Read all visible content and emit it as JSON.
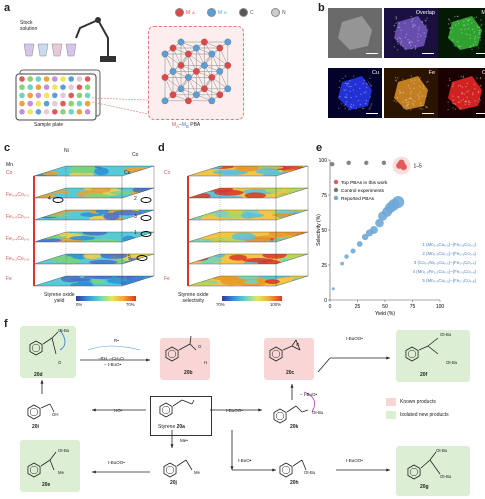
{
  "panels": {
    "a": "a",
    "b": "b",
    "c": "c",
    "d": "d",
    "e": "e",
    "f": "f"
  },
  "panel_a": {
    "stock": "Stock\nsolution",
    "plate": "Sample plate",
    "legend": [
      {
        "label": "M",
        "sub": "A",
        "color": "#e04848"
      },
      {
        "label": "M",
        "sub": "B",
        "color": "#5aa0d8"
      },
      {
        "label": "C",
        "sub": "",
        "color": "#555555"
      },
      {
        "label": "N",
        "sub": "",
        "color": "#cccccc"
      }
    ],
    "pba_label": "Mₐ–Mᵦ PBA",
    "pba_a": "M",
    "pba_a_sub": "A",
    "pba_dash": "–",
    "pba_b": "M",
    "pba_b_sub": "B",
    "pba_suffix": " PBA"
  },
  "panel_b": {
    "tiles": [
      {
        "label": "",
        "bg": "#6a6a6a"
      },
      {
        "label": "Overlap",
        "bg": "#1a1040"
      },
      {
        "label": "Mn",
        "bg": "#041a04"
      },
      {
        "label": "Cu",
        "bg": "#02022a"
      },
      {
        "label": "Fe",
        "bg": "#2a1400"
      },
      {
        "label": "Co",
        "bg": "#1a0202"
      }
    ]
  },
  "panel_c": {
    "corner_labels": {
      "mn": "Mn",
      "ni": "Ni",
      "co_top": "Co",
      "cu": "Cu",
      "co_left": "Co",
      "fe": "Fe"
    },
    "left_labels": [
      "Fe₀.₈Co₀.₂",
      "Fe₀.₆Co₀.₄",
      "Fe₀.₄Co₀.₆",
      "Fe₀.₂Co₀.₈"
    ],
    "marks": [
      "4",
      "2",
      "3",
      "1",
      "5"
    ],
    "colorbar_title": "Styrene oxide\nyield",
    "cb_min": "0%",
    "cb_max": "70%"
  },
  "panel_d": {
    "colorbar_title": "Styrene oxide\nselectivity",
    "cb_min": "70%",
    "cb_max": "100%",
    "left_labels": [
      "Co",
      "Fe"
    ]
  },
  "chart_data": {
    "type": "scatter",
    "xlabel": "Yield (%)",
    "ylabel": "Selectivity (%)",
    "xlim": [
      0,
      100
    ],
    "ylim": [
      0,
      100
    ],
    "xticks": [
      "0",
      "25",
      "50",
      "75",
      "100"
    ],
    "yticks": [
      "0",
      "25",
      "50",
      "75",
      "100"
    ],
    "annotation": "1–5",
    "series": [
      {
        "name": "Top PBAs in this work",
        "color": "#e05a5a",
        "points": [
          [
            64,
            97
          ],
          [
            66,
            96
          ],
          [
            67,
            95
          ],
          [
            63,
            96
          ],
          [
            65,
            98
          ]
        ]
      },
      {
        "name": "Control experiments",
        "color": "#777777",
        "points": [
          [
            2,
            97
          ],
          [
            17,
            98
          ],
          [
            33,
            98
          ],
          [
            49,
            98
          ]
        ]
      },
      {
        "name": "Reported PBAs",
        "color": "#6fa8d6",
        "points": [
          [
            3,
            8
          ],
          [
            11,
            26
          ],
          [
            15,
            31
          ],
          [
            21,
            35
          ],
          [
            27,
            40
          ],
          [
            32,
            45
          ],
          [
            36,
            48
          ],
          [
            40,
            50
          ],
          [
            45,
            55
          ],
          [
            48,
            60
          ],
          [
            52,
            63
          ],
          [
            55,
            66
          ],
          [
            58,
            68
          ],
          [
            62,
            70
          ]
        ]
      }
    ],
    "formula_list": [
      "1 (Mn₀.₅Cu₀.₅)–(Fe₀.₈Co₀.₂)",
      "2 (Mn₀.₅Cu₀.₅)–(Fe₀.₆Co₀.₄)",
      "3 (Co₀.₅Ni₀.₅Cu₀.₅)–(Fe₀.₆Co₀.₄)",
      "4 (Mn₀.₅Fe₀.₂Cu₀.₅)–(Fe₀.₆Co₀.₄)",
      "5 (Mn₀.₅Cu₀.₅)–(Fe₀.₂Co₀.₈)"
    ]
  },
  "panel_f": {
    "r_radical": "R•",
    "conditions_1": "–RH, –CH₂O",
    "conditions_2": "– t-BuO•",
    "tbuoo": "t-BuOO•",
    "tbuoo_b": "t-BuOO•",
    "tbuoo_c": "t-BuOO•",
    "tbuoo_d": "t-BuOO•",
    "tbuo_minus": "– t-BuO•",
    "tbuo": "t-BuO•",
    "ho": "HO•",
    "me": "Me•",
    "styrene": "Styrene",
    "styrene_id": "20a",
    "compounds": {
      "20b": "20b",
      "20c": "20c",
      "20d": "20d",
      "20e": "20e",
      "20f": "20f",
      "20g": "20g",
      "20h": "20h",
      "20i": "20i",
      "20j": "20j",
      "20k": "20k"
    },
    "subs": {
      "otbu": "Ot-Bu",
      "oh": "OH",
      "me": "Me",
      "o": "O",
      "h": "H"
    },
    "legend_known": "Known products",
    "legend_new": "Isolated new products"
  }
}
